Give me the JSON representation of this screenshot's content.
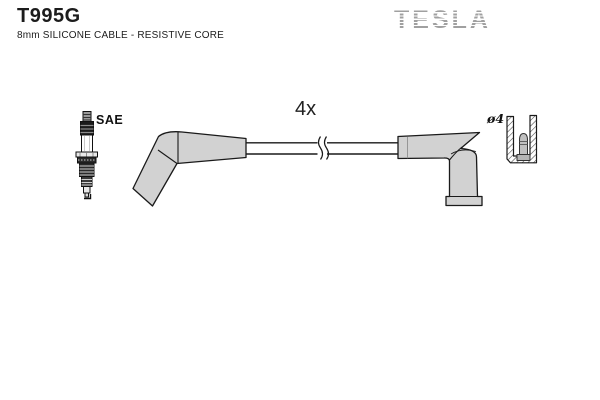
{
  "header": {
    "part_number": "T995G",
    "subtitle": "8mm SILICONE CABLE - RESISTIVE CORE"
  },
  "brand": {
    "logo_text": "TESLA",
    "logo_color": "#a0a0a0",
    "logo_style": "striped-letters"
  },
  "diagram": {
    "quantity_label": "4x",
    "plug_standard_label": "SAE",
    "terminal_diameter_label": "ø4",
    "icons": [
      "spark-plug-icon",
      "angled-boot-icon",
      "cable-break-icon",
      "straight-boot-icon",
      "terminal-cross-section-icon"
    ],
    "colors": {
      "boot_fill": "#d2d2d2",
      "outline": "#1a1a1a",
      "terminal_fill": "#c0c0c0",
      "background": "#ffffff"
    }
  }
}
